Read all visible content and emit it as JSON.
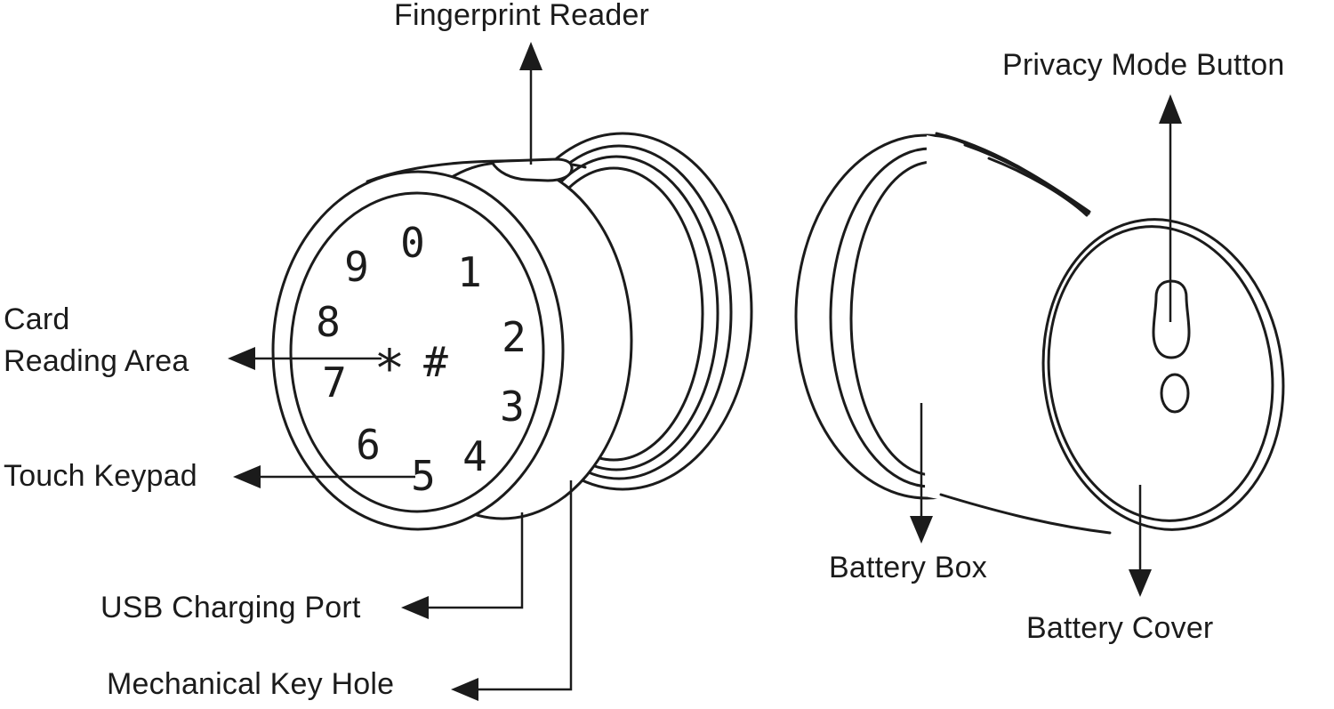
{
  "diagram": {
    "labels": {
      "fingerprint_reader": "Fingerprint Reader",
      "privacy_mode_button": "Privacy Mode Button",
      "card_reading_area_line1": "Card",
      "card_reading_area_line2": "Reading Area",
      "touch_keypad": "Touch Keypad",
      "usb_charging_port": "USB Charging Port",
      "mechanical_key_hole": "Mechanical Key Hole",
      "battery_box": "Battery Box",
      "battery_cover": "Battery Cover"
    },
    "keypad": {
      "digits": [
        "0",
        "1",
        "2",
        "3",
        "4",
        "5",
        "6",
        "7",
        "8",
        "9"
      ],
      "star_key": "*",
      "hash_key": "#"
    },
    "colors": {
      "ink": "#1b1b1b",
      "background": "#ffffff"
    }
  }
}
